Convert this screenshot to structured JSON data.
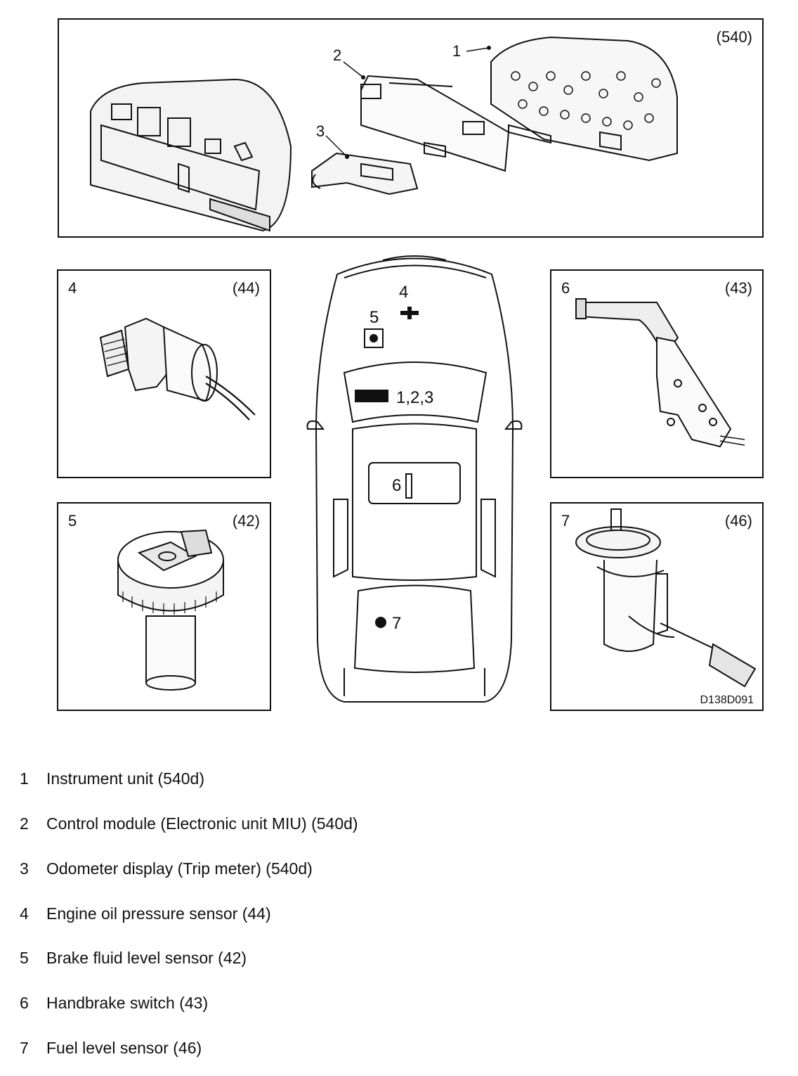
{
  "panels": {
    "top": {
      "ref": "(540)",
      "callouts": [
        "1",
        "2",
        "3"
      ]
    },
    "p4": {
      "num": "4",
      "ref": "(44)"
    },
    "p5": {
      "num": "5",
      "ref": "(42)"
    },
    "p6": {
      "num": "6",
      "ref": "(43)"
    },
    "p7": {
      "num": "7",
      "ref": "(46)",
      "code": "D138D091"
    }
  },
  "car": {
    "labels": {
      "oil": "4",
      "brake": "5",
      "instrument": "1,2,3",
      "handbrake": "6",
      "fuel": "7"
    }
  },
  "legend": [
    {
      "num": "1",
      "text": "Instrument unit (540d)"
    },
    {
      "num": "2",
      "text": "Control module (Electronic unit MIU) (540d)"
    },
    {
      "num": "3",
      "text": "Odometer display (Trip meter) (540d)"
    },
    {
      "num": "4",
      "text": "Engine oil pressure sensor (44)"
    },
    {
      "num": "5",
      "text": "Brake fluid level sensor (42)"
    },
    {
      "num": "6",
      "text": "Handbrake switch (43)"
    },
    {
      "num": "7",
      "text": "Fuel level sensor (46)"
    }
  ]
}
